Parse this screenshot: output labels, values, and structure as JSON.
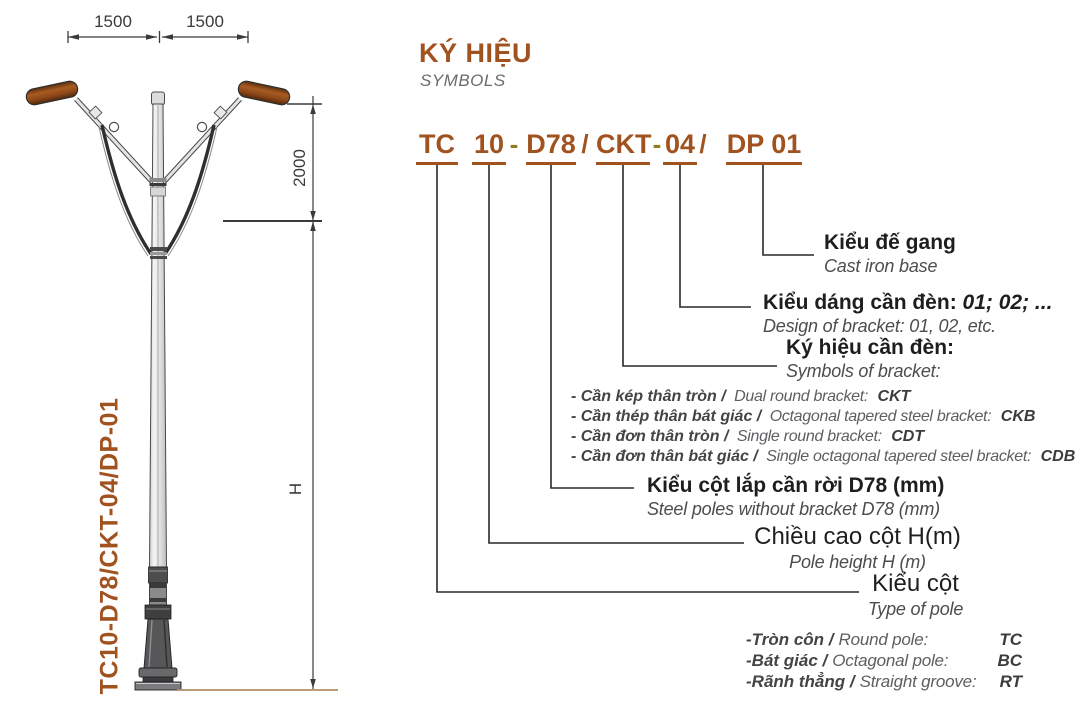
{
  "colors": {
    "accent_brown": "#A0521F",
    "separator_olive": "#8F7D1E",
    "line_black": "#29292B",
    "text_dark": "#1E1E20",
    "text_gray": "#4C4D4F",
    "ground_tan": "#B08E62"
  },
  "drawing": {
    "dim_arm_left": "1500",
    "dim_arm_right": "1500",
    "dim_bracket_height": "2000",
    "dim_pole_height": "H",
    "model_code": "TC10-D78/CKT-04/DP-01"
  },
  "header": {
    "title": "KÝ HIỆU",
    "subtitle": "SYMBOLS"
  },
  "code": {
    "segments": [
      "TC",
      "10",
      "D78",
      "CKT",
      "04",
      "DP 01"
    ],
    "sep_dash": "-",
    "sep_slash": "/"
  },
  "annotations": {
    "base": {
      "vn": "Kiểu đế gang",
      "en": "Cast iron base"
    },
    "bracket_design": {
      "vn": "Kiểu dáng cần đèn:",
      "values": "01; 02; ...",
      "en": "Design of bracket: 01, 02, etc."
    },
    "bracket_symbol": {
      "vn": "Ký hiệu cần đèn:",
      "en": "Symbols of bracket:"
    },
    "bracket_types": [
      {
        "vn": "- Cần kép thân tròn /",
        "en": "Dual round bracket:",
        "code": "CKT"
      },
      {
        "vn": "- Cần thép thân bát giác /",
        "en": "Octagonal tapered steel bracket:",
        "code": "CKB"
      },
      {
        "vn": "- Cần đơn thân tròn /",
        "en": "Single round bracket:",
        "code": "CDT"
      },
      {
        "vn": "- Cần đơn thân bát giác /",
        "en": "Single octagonal tapered steel bracket:",
        "code": "CDB"
      }
    ],
    "pole_d78": {
      "vn": "Kiểu cột lắp cần rời D78 (mm)",
      "en": "Steel poles without bracket D78 (mm)"
    },
    "pole_height": {
      "vn": "Chiều cao cột H(m)",
      "en": "Pole height H (m)"
    },
    "pole_type": {
      "vn": "Kiểu cột",
      "en": "Type of pole"
    },
    "pole_kinds": [
      {
        "vn": "-Tròn côn /",
        "en": "Round pole:",
        "code": "TC"
      },
      {
        "vn": "-Bát giác /",
        "en": "Octagonal pole:",
        "code": "BC"
      },
      {
        "vn": "-Rãnh thẳng /",
        "en": "Straight groove:",
        "code": "RT"
      }
    ]
  }
}
